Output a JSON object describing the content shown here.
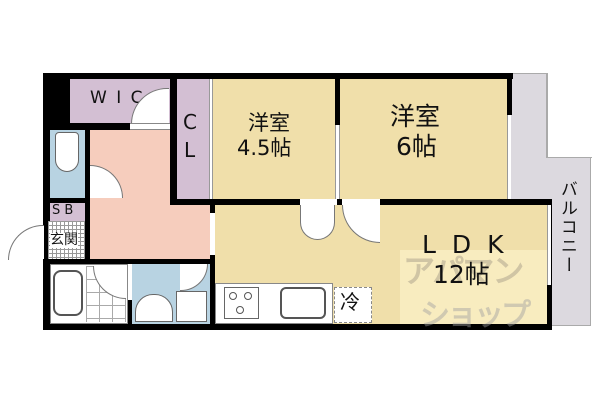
{
  "floorplan": {
    "rooms": {
      "wic": {
        "label": "W I C",
        "color": "#d3bfd3"
      },
      "cl": {
        "label_top": "C",
        "label_bottom": "L",
        "color": "#d3bfd3"
      },
      "western_room_1": {
        "name": "洋室",
        "size": "4.5帖",
        "color": "#f0dfaa"
      },
      "western_room_2": {
        "name": "洋室",
        "size": "6帖",
        "color": "#f0dfaa"
      },
      "hall": {
        "color": "#f6cdbd"
      },
      "toilet": {
        "color": "#b8d3e2"
      },
      "sb": {
        "label": "S B",
        "color": "#d3bfd3"
      },
      "genkan": {
        "label": "玄関"
      },
      "ldk": {
        "name": "L D K",
        "size": "12帖",
        "color": "#f0dfaa"
      },
      "washroom": {
        "color": "#b8d3e2"
      },
      "balcony": {
        "label": "バルコニー",
        "color": "#dcd9df"
      }
    },
    "fixtures": {
      "refrigerator": "冷",
      "stove": "stove-icon",
      "sink": "sink-icon",
      "bathtub": "bathtub-icon",
      "toilet": "toilet-icon",
      "washbasin": "washbasin-icon",
      "washing_machine": "washing-machine-icon"
    },
    "watermark": {
      "line1": "アパマン",
      "line2": "ショップ"
    }
  }
}
